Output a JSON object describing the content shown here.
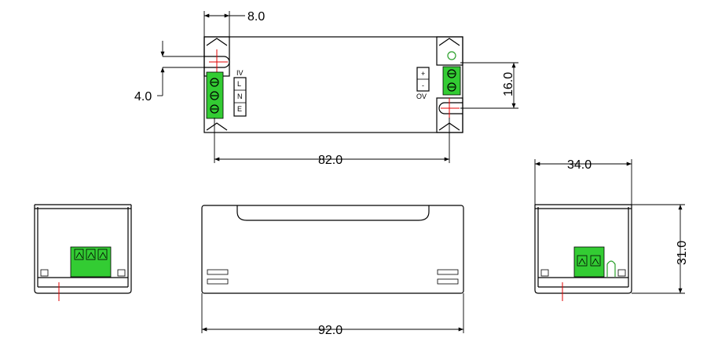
{
  "dimensions": {
    "d_8_0": "8.0",
    "d_4_0": "4.0",
    "d_16_0": "16.0",
    "d_82_0": "82.0",
    "d_34_0": "34.0",
    "d_92_0": "92.0",
    "d_31_0": "31.0"
  },
  "input_labels": {
    "iv": "IV",
    "l": "L",
    "n": "N",
    "e": "E"
  },
  "output_labels": {
    "plus": "+",
    "minus": "-",
    "ov": "OV"
  },
  "colors": {
    "terminal_green": "#33cc33",
    "centerline_red": "#e00000",
    "line": "#000000"
  }
}
